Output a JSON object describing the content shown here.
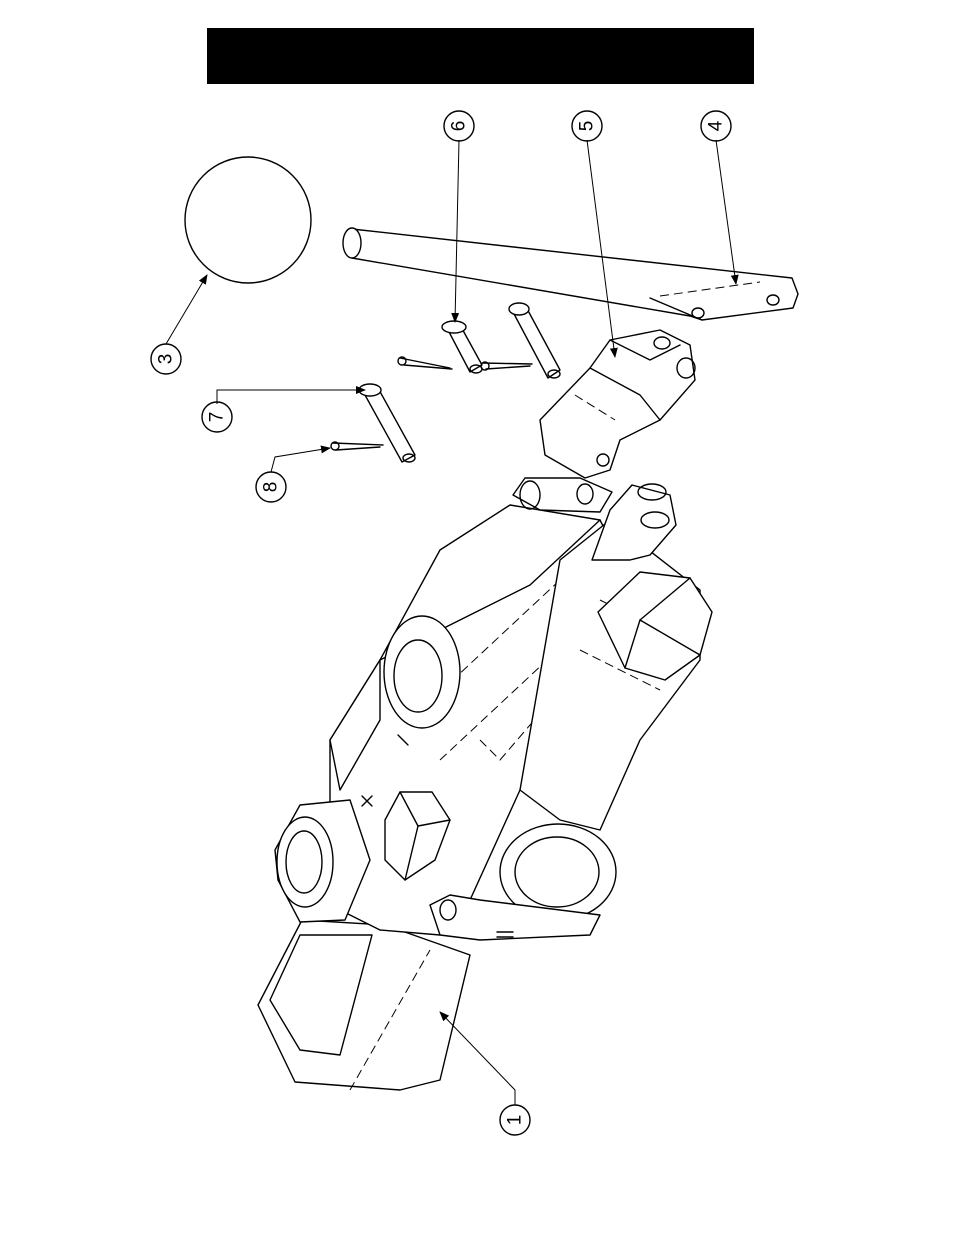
{
  "header": {
    "bar_color": "#000000"
  },
  "callouts": [
    {
      "label": "1"
    },
    {
      "label": "3"
    },
    {
      "label": "4"
    },
    {
      "label": "5"
    },
    {
      "label": "6"
    },
    {
      "label": "7"
    },
    {
      "label": "8"
    }
  ]
}
